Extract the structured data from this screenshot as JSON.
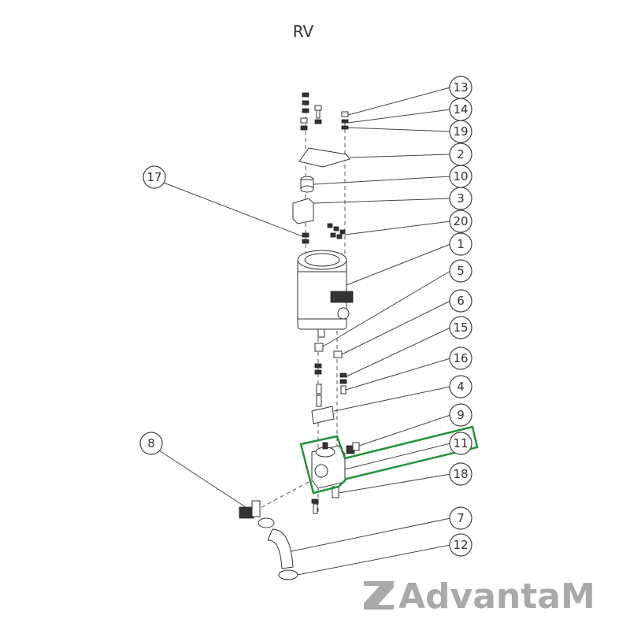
{
  "title": "RV",
  "parts": [
    {
      "id": "13"
    },
    {
      "id": "14"
    },
    {
      "id": "19"
    },
    {
      "id": "2"
    },
    {
      "id": "10"
    },
    {
      "id": "3"
    },
    {
      "id": "20"
    },
    {
      "id": "1"
    },
    {
      "id": "5"
    },
    {
      "id": "6"
    },
    {
      "id": "15"
    },
    {
      "id": "16"
    },
    {
      "id": "4"
    },
    {
      "id": "9"
    },
    {
      "id": "11"
    },
    {
      "id": "18"
    },
    {
      "id": "7"
    },
    {
      "id": "12"
    },
    {
      "id": "17"
    },
    {
      "id": "8"
    }
  ],
  "highlight": {
    "color": "#22933a",
    "parts": [
      "11"
    ]
  },
  "logo": {
    "text": "AdvantaM"
  }
}
